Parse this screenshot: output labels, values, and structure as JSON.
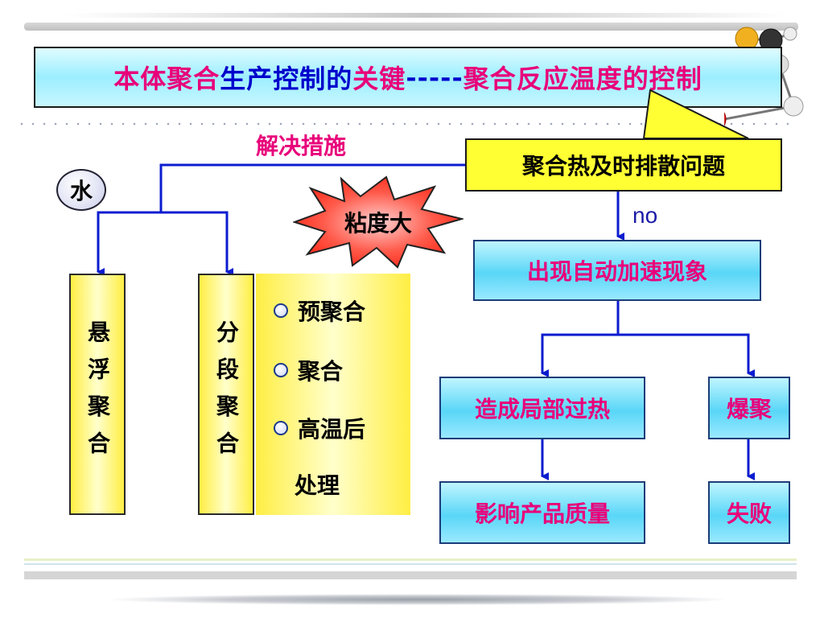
{
  "title": {
    "part1": "本体聚合",
    "part2": "生产控制",
    "part3": "的",
    "part4": "关键",
    "part5": "-----",
    "part6": "聚合反应温度的控制"
  },
  "callout": "聚合热及时排散问题",
  "solutions_label": "解决措施",
  "water": "水",
  "burst": "粘度大",
  "left_pillar": "悬浮聚合",
  "mid_pillar": "分段聚合",
  "stage_items": [
    "预聚合",
    "聚合",
    "高温后",
    "处理"
  ],
  "no_label": "no",
  "boxes": {
    "autoaccel": "出现自动加速现象",
    "local_overheat": "造成局部过热",
    "explosive": "爆聚",
    "quality": "影响产品质量",
    "failure": "失败"
  },
  "colors": {
    "accent_pink": "#e8007a",
    "title_blue": "#0000cc",
    "arrow_blue": "#0b1ccf",
    "callout_yellow": "#ffff33",
    "box_cyan": "#59d6f7",
    "burst_red": "#ff2a1a"
  }
}
